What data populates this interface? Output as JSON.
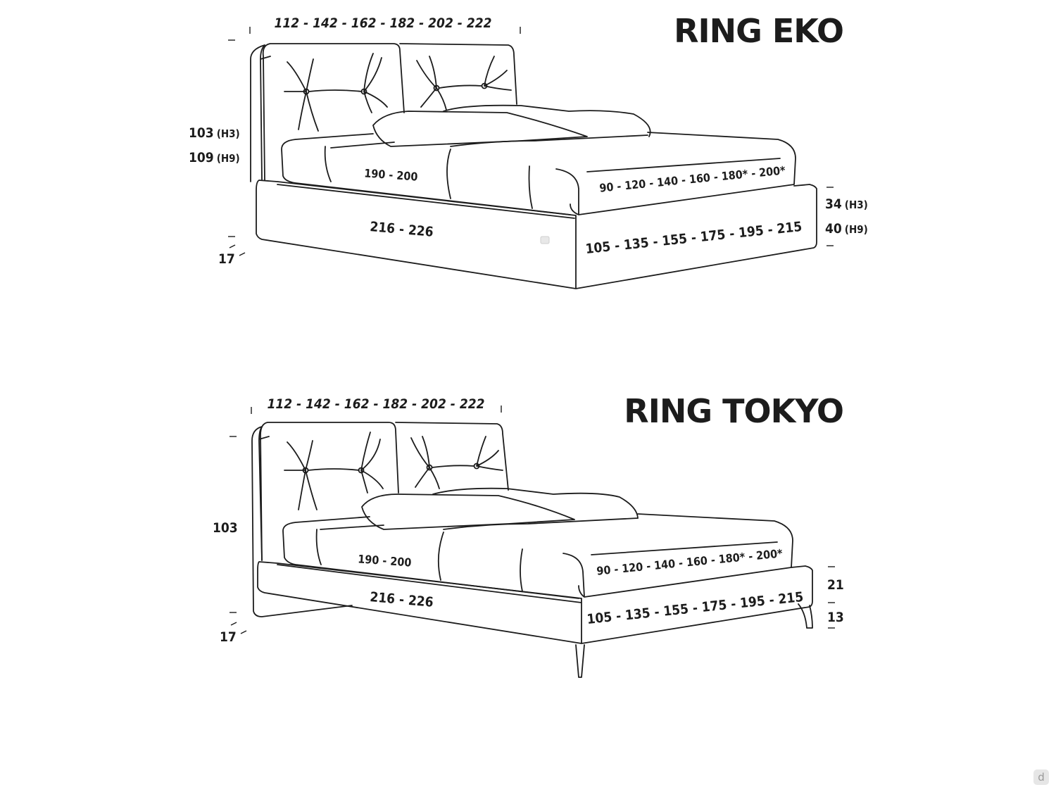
{
  "eko": {
    "title": "RING EKO",
    "width_dims": "112 - 142 - 162 - 182 - 202 - 222",
    "height_h3": "103",
    "h3_tag": "(H3)",
    "height_h9": "109",
    "h9_tag": "(H9)",
    "mattress_length": "190 - 200",
    "mattress_width": "90 - 120 - 140 - 160 - 180* - 200*",
    "bed_length": "216 - 226",
    "bed_width": "105 - 135 - 155 - 175 - 195 - 215",
    "base_h3": "34",
    "base_h3_tag": "(H3)",
    "base_h9": "40",
    "base_h9_tag": "(H9)",
    "side_depth": "17"
  },
  "tokyo": {
    "title": "RING TOKYO",
    "width_dims": "112 - 142 - 162 - 182 - 202 - 222",
    "height": "103",
    "mattress_length": "190 - 200",
    "mattress_width": "90 - 120 - 140 - 160 - 180* - 200*",
    "bed_length": "216 - 226",
    "bed_width": "105 - 135 - 155 - 175 - 195 - 215",
    "frame_height": "21",
    "leg_height": "13",
    "side_depth": "17"
  },
  "icons": {
    "watermark": "d-logo-icon"
  }
}
